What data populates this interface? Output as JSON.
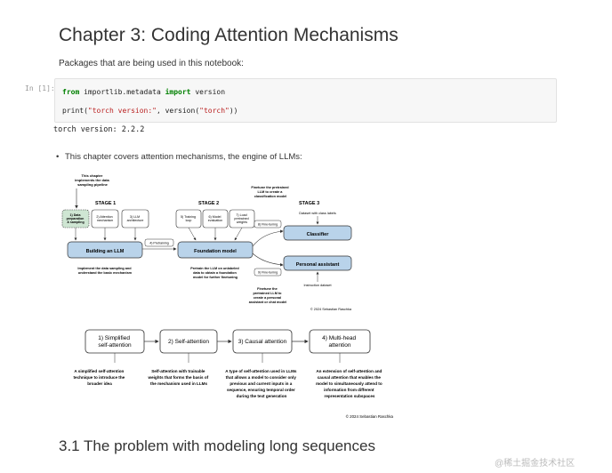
{
  "notebook": {
    "chapter_title": "Chapter 3: Coding Attention Mechanisms",
    "intro": "Packages that are being used in this notebook:",
    "cell": {
      "prompt": "In [1]:",
      "code_line1": {
        "kw1": "from",
        "module": " importlib.metadata ",
        "kw2": "import",
        "name": " version"
      },
      "code_line2": {
        "pre": "print(",
        "str": "\"torch version:\"",
        "mid": ", version(",
        "str2": "\"torch\"",
        "post": "))"
      }
    },
    "output": "torch version: 2.2.2",
    "bullet": "This chapter covers attention mechanisms, the engine of LLMs:",
    "section_title": "3.1 The problem with modeling long sequences"
  },
  "figure1": {
    "note_top_left": [
      "This chapter",
      "implements the data",
      "sampling pipeline"
    ],
    "stage1": "STAGE 1",
    "stage2": "STAGE 2",
    "stage3": "STAGE 3",
    "steps": {
      "s1": [
        "1) Data",
        "preparation",
        "& sampling"
      ],
      "s2": [
        "2) Attention",
        "mechanism"
      ],
      "s3": [
        "3) LLM",
        "architecture"
      ],
      "s4": "4) Pretraining",
      "s5": [
        "5) Training",
        "loop"
      ],
      "s6": [
        "6) Model",
        "evaluation"
      ],
      "s7": [
        "7) Load",
        "pretrained",
        "weights"
      ],
      "s8": "8) Fine-tuning",
      "s9": "9) Fine-tuning"
    },
    "build_llm": "Building an LLM",
    "foundation": "Foundation model",
    "classifier": "Classifier",
    "assistant": "Personal assistant",
    "dataset_labels": "Dataset with class labels",
    "instruction_dataset": "Instruction dataset",
    "note_fine_top": [
      "Finetune the pretrained",
      "LLM to create a",
      "classification model"
    ],
    "note_bottom_left": [
      "Implement the data sampling and",
      "understand the basic mechanism"
    ],
    "note_bottom_mid": [
      "Pretrain the LLM on unlabeled",
      "data to obtain a foundation",
      "model for further finetuning"
    ],
    "note_bottom_right": [
      "Finetune the",
      "pretrained LLM to",
      "create a personal",
      "assistant or chat model"
    ],
    "copyright": "© 2024 Sebastian Raschka"
  },
  "figure2": {
    "boxes": [
      [
        "1) Simplified",
        "self-attention"
      ],
      [
        "2) Self-attention"
      ],
      [
        "3) Causal attention"
      ],
      [
        "4) Multi-head",
        "attention"
      ]
    ],
    "captions": [
      [
        "A simplified self-attention",
        "technique to introduce the",
        "broader idea"
      ],
      [
        "Self-attention with trainable",
        "weights that forms the basis of",
        "the mechanism used in LLMs"
      ],
      [
        "A type of self-attention used in LLMs",
        "that allows a model to consider only",
        "previous and current inputs in a",
        "sequence, ensuring temporal order",
        "during the text generation"
      ],
      [
        "An extension of self-attention and",
        "causal attention that enables the",
        "model to simultaneously attend to",
        "information from different",
        "representation subspaces"
      ]
    ],
    "copyright": "© 2024 Sebastian Raschka"
  },
  "watermark": "@稀土掘金技术社区"
}
